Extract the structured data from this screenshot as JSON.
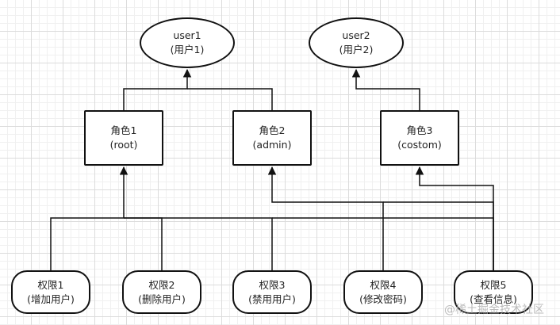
{
  "users": [
    {
      "name": "user1",
      "label": "(用户1)"
    },
    {
      "name": "user2",
      "label": "(用户2)"
    }
  ],
  "roles": [
    {
      "name": "角色1",
      "code": "(root)"
    },
    {
      "name": "角色2",
      "code": "(admin)"
    },
    {
      "name": "角色3",
      "code": "(costom)"
    }
  ],
  "permissions": [
    {
      "name": "权限1",
      "desc": "(增加用户)"
    },
    {
      "name": "权限2",
      "desc": "(删除用户)"
    },
    {
      "name": "权限3",
      "desc": "(禁用用户)"
    },
    {
      "name": "权限4",
      "desc": "(修改密码)"
    },
    {
      "name": "权限5",
      "desc": "(查看信息)"
    }
  ],
  "watermark": "@稀土掘金技术社区",
  "colors": {
    "stroke": "#111111",
    "grid": "#dcdcdc"
  }
}
